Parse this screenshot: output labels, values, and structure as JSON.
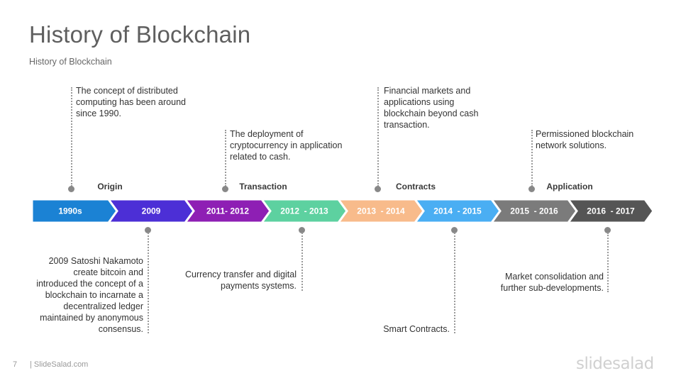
{
  "slide": {
    "title": "History of Blockchain",
    "subtitle": "History of Blockchain",
    "page_number": "7",
    "site": "| SlideSalad.com",
    "logo_text": "slidesalad"
  },
  "timeline": {
    "segments": [
      {
        "label": "1990s",
        "color": "#1b82d4"
      },
      {
        "label": "2009",
        "color": "#4c2fd6"
      },
      {
        "label": "2011- 2012",
        "color": "#8e1fb4"
      },
      {
        "label": "2012  - 2013",
        "color": "#5dd1a0"
      },
      {
        "label": "2013  - 2014",
        "color": "#f8bb8b"
      },
      {
        "label": "2014  - 2015",
        "color": "#4aaef3"
      },
      {
        "label": "2015  - 2016",
        "color": "#7b7b7b"
      },
      {
        "label": "2016  - 2017",
        "color": "#555555"
      }
    ],
    "phases": [
      "Origin",
      "Transaction",
      "Contracts",
      "Application"
    ],
    "notes_above": [
      "The concept of distributed\ncomputing has been around\nsince 1990.",
      "The deployment of\ncryptocurrency in application\nrelated to cash.",
      "Financial markets and\napplications using\nblockchain beyond cash\ntransaction.",
      "Permissioned blockchain\nnetwork solutions."
    ],
    "notes_below": [
      "2009 Satoshi Nakamoto\ncreate bitcoin and\nintroduced the concept of a\nblockchain to incarnate a\ndecentralized ledger\nmaintained by anonymous\nconsensus.",
      "Currency transfer and digital\npayments systems.",
      "Smart Contracts.",
      "Market consolidation  and\nfurther sub-developments."
    ]
  }
}
